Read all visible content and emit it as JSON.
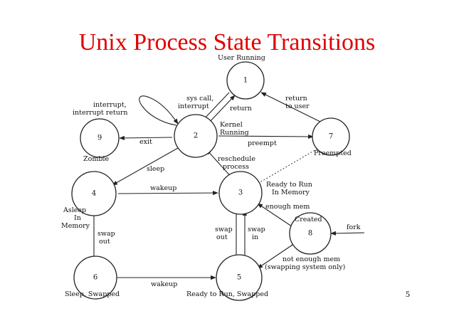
{
  "slide": {
    "title": "Unix Process State Transitions",
    "page_number": "5"
  },
  "states": {
    "s1": {
      "num": "1",
      "label": "User Running"
    },
    "s2": {
      "num": "2",
      "label_line1": "Kernel",
      "label_line2": "Running"
    },
    "s3": {
      "num": "3",
      "label_line1": "Ready to Run",
      "label_line2": "In Memory"
    },
    "s4": {
      "num": "4",
      "label_line1": "Asleep",
      "label_line2": "In",
      "label_line3": "Memory"
    },
    "s5": {
      "num": "5",
      "label": "Ready to Run, Swapped"
    },
    "s6": {
      "num": "6",
      "label": "Sleep, Swapped"
    },
    "s7": {
      "num": "7",
      "label": "Preempted"
    },
    "s8": {
      "num": "8",
      "label": "Created"
    },
    "s9": {
      "num": "9",
      "label": "Zombie"
    }
  },
  "transitions": {
    "syscall_line1": "sys call,",
    "syscall_line2": "interrupt",
    "return_to_kernel": "return",
    "interrupt_line1": "interrupt,",
    "interrupt_line2": "interrupt return",
    "return_to_user_line1": "return",
    "return_to_user_line2": "to user",
    "preempt": "preempt",
    "exit": "exit",
    "sleep": "sleep",
    "reschedule_line1": "reschedule",
    "reschedule_line2": "process",
    "wakeup_memory": "wakeup",
    "wakeup_swapped": "wakeup",
    "swap_out_43_line1": "swap",
    "swap_out_43_line2": "out",
    "swap_out_35_line1": "swap",
    "swap_out_35_line2": "out",
    "swap_in_line1": "swap",
    "swap_in_line2": "in",
    "enough_mem": "enough mem",
    "not_enough_line1": "not enough mem",
    "not_enough_line2": "(swapping system only)",
    "fork": "fork"
  }
}
